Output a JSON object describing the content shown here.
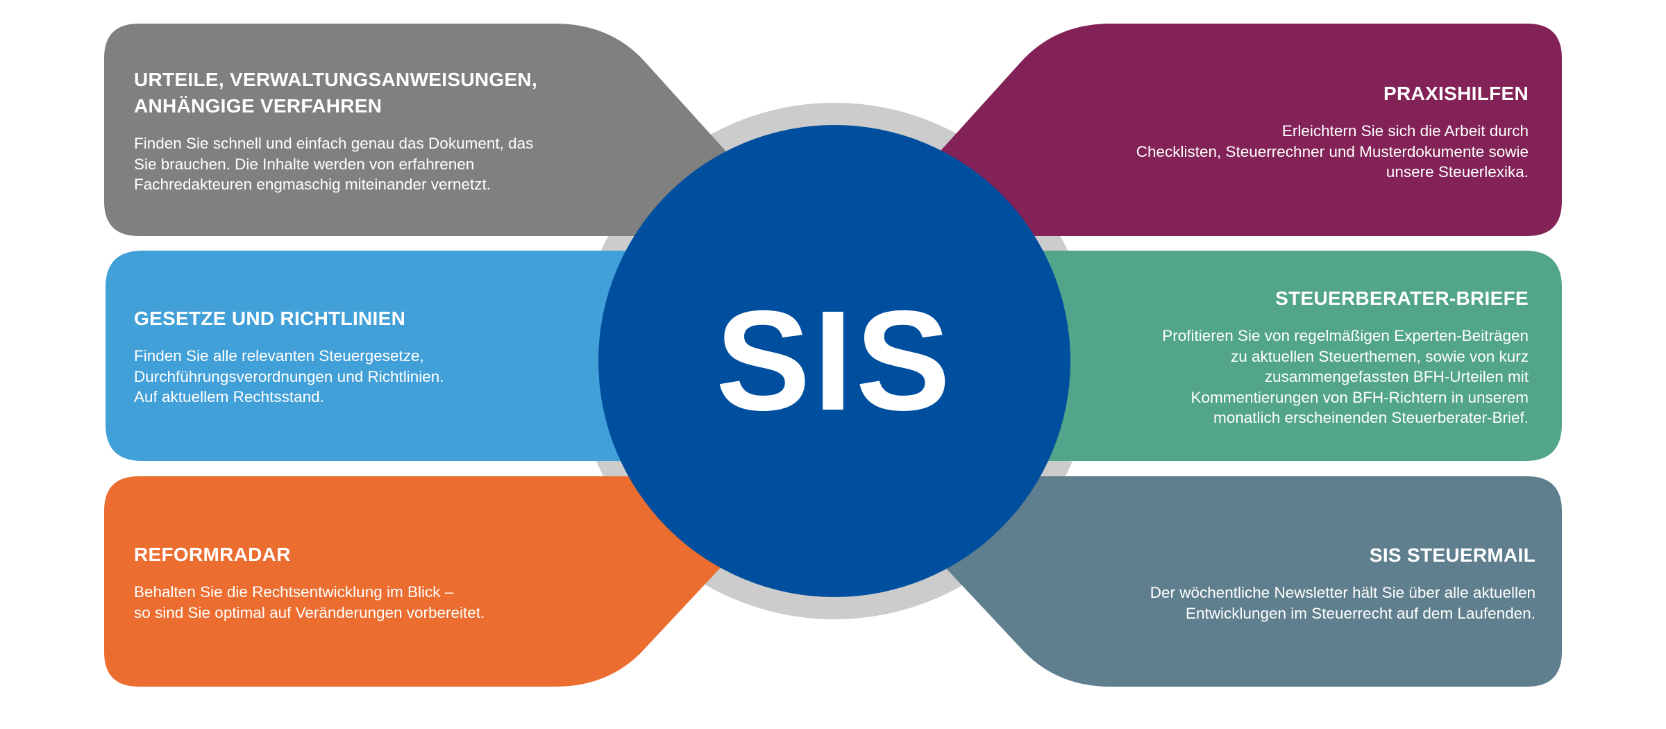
{
  "center": {
    "label": "SIS",
    "color": "#004f9f",
    "ring_color": "#cccccc"
  },
  "panels": [
    {
      "id": "urteile",
      "color": "#808080",
      "title": [
        "URTEILE, VERWALTUNGSANWEISUNGEN,",
        "ANHÄNGIGE VERFAHREN"
      ],
      "body": [
        "Finden Sie schnell und einfach genau das Dokument, das",
        "Sie brauchen. Die Inhalte werden von erfahrenen",
        "Fachredakteuren engmaschig miteinander vernetzt."
      ]
    },
    {
      "id": "gesetze",
      "color": "#42a0d8",
      "title": [
        "GESETZE UND RICHTLINIEN"
      ],
      "body": [
        "Finden Sie alle relevanten Steuergesetze,",
        "Durchführungsverordnungen und Richtlinien.",
        "Auf aktuellem Rechtsstand."
      ]
    },
    {
      "id": "reformradar",
      "color": "#ec6d30",
      "title": [
        "REFORMRADAR"
      ],
      "body": [
        "Behalten Sie die Rechtsentwicklung im Blick –",
        "so sind Sie optimal auf Veränderungen vorbereitet."
      ]
    },
    {
      "id": "praxishilfen",
      "color": "#822257",
      "title": [
        "PRAXISHILFEN"
      ],
      "body": [
        "Erleichtern Sie sich die Arbeit durch",
        "Checklisten, Steuerrechner und Musterdokumente sowie",
        "unsere Steuerlexika."
      ]
    },
    {
      "id": "steuerberater",
      "color": "#52a58a",
      "title": [
        "STEUERBERATER-BRIEFE"
      ],
      "body": [
        "Profitieren Sie von regelmäßigen Experten-Beiträgen",
        "zu aktuellen Steuerthemen, sowie von kurz",
        "zusammengefassten BFH-Urteilen mit",
        "Kommentierungen von BFH-Richtern in unserem",
        "monatlich erscheinenden Steuerberater-Brief."
      ]
    },
    {
      "id": "steuermail",
      "color": "#607f8e",
      "title": [
        "SIS STEUERMAIL"
      ],
      "body": [
        "Der wöchentliche Newsletter hält Sie über alle aktuellen",
        "Entwicklungen im Steuerrecht auf dem Laufenden."
      ]
    }
  ]
}
